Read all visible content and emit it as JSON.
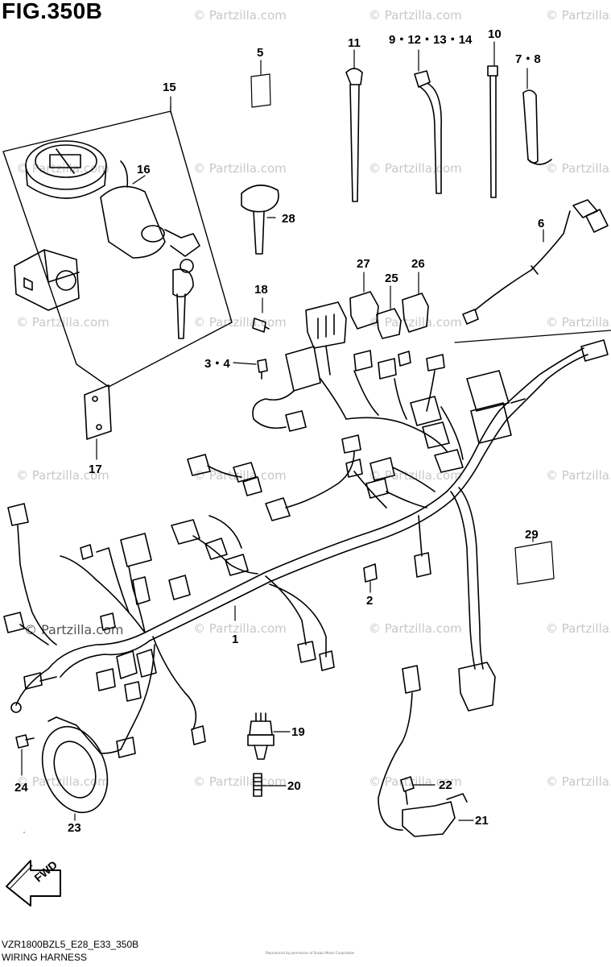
{
  "figure": {
    "title": "FIG.350B",
    "code": "VZR1800BZL5_E28_E33_350B",
    "caption": "WIRING HARNESS",
    "copyright": "Reproduced by permission of Suzuki Motor Corporation"
  },
  "watermark": {
    "text": "© Partzilla.com",
    "big_text": "© Partzilla.com"
  },
  "fwd_arrow": {
    "label": "FWD"
  },
  "callouts": [
    {
      "id": "c1",
      "label": "1"
    },
    {
      "id": "c2",
      "label": "2"
    },
    {
      "id": "c3",
      "label": "3・4"
    },
    {
      "id": "c5",
      "label": "5"
    },
    {
      "id": "c6",
      "label": "6"
    },
    {
      "id": "c7",
      "label": "7・8"
    },
    {
      "id": "c9",
      "label": "9・12・13・14"
    },
    {
      "id": "c10",
      "label": "10"
    },
    {
      "id": "c11",
      "label": "11"
    },
    {
      "id": "c15",
      "label": "15"
    },
    {
      "id": "c16",
      "label": "16"
    },
    {
      "id": "c17",
      "label": "17"
    },
    {
      "id": "c18",
      "label": "18"
    },
    {
      "id": "c19",
      "label": "19"
    },
    {
      "id": "c20",
      "label": "20"
    },
    {
      "id": "c21",
      "label": "21"
    },
    {
      "id": "c22",
      "label": "22"
    },
    {
      "id": "c23",
      "label": "23"
    },
    {
      "id": "c24",
      "label": "24"
    },
    {
      "id": "c25",
      "label": "25"
    },
    {
      "id": "c26",
      "label": "26"
    },
    {
      "id": "c27",
      "label": "27"
    },
    {
      "id": "c28",
      "label": "28"
    },
    {
      "id": "c29",
      "label": "29"
    }
  ]
}
